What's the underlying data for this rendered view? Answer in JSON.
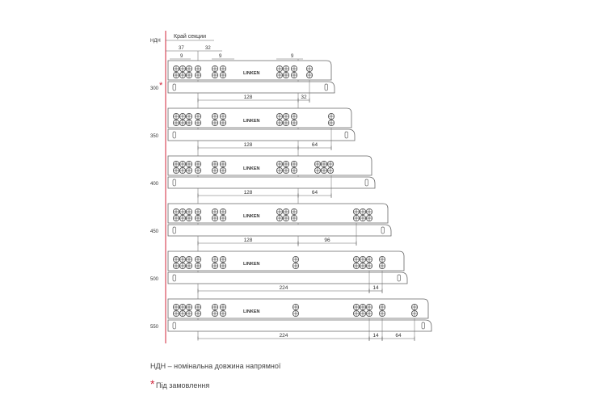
{
  "header": {
    "ndn_label": "НДН",
    "edge_label": "Край секции",
    "top_dims": [
      "37",
      "9",
      "32",
      "9",
      "9"
    ]
  },
  "rails": [
    {
      "length": "300",
      "starred": true,
      "dims": [
        "128",
        "32"
      ],
      "logo": "LINKEN"
    },
    {
      "length": "350",
      "starred": false,
      "dims": [
        "128",
        "64"
      ],
      "logo": "LINKEN"
    },
    {
      "length": "400",
      "starred": false,
      "dims": [
        "128",
        "64"
      ],
      "logo": "LINKEN"
    },
    {
      "length": "450",
      "starred": false,
      "dims": [
        "128",
        "96"
      ],
      "logo": "LINKEN"
    },
    {
      "length": "500",
      "starred": false,
      "dims": [
        "224",
        "14"
      ],
      "logo": "LINKEN"
    },
    {
      "length": "550",
      "starred": false,
      "dims": [
        "224",
        "14",
        "64"
      ],
      "logo": "LINKEN"
    }
  ],
  "footnotes": {
    "ndn_definition": "НДН – номінальна довжина напрямної",
    "order_star": "*",
    "order_text": "Під замовлення"
  },
  "colors": {
    "line": "#666666",
    "accent": "#d0243a",
    "hole": "#555555"
  }
}
